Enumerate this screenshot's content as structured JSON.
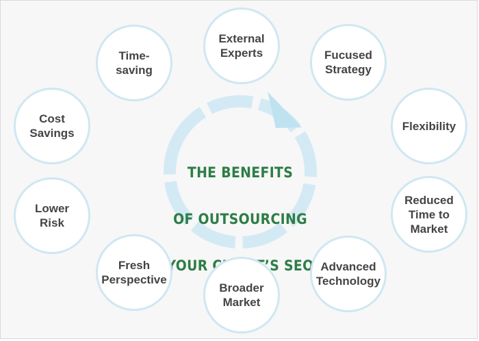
{
  "center": {
    "title_lines": [
      "THE BENEFITS",
      "OF OUTSOURCING",
      "YOUR CLIENT’S SEO"
    ]
  },
  "benefits": [
    {
      "id": "external-experts",
      "label": "External\nExperts"
    },
    {
      "id": "fucused-strategy",
      "label": "Fucused\nStrategy"
    },
    {
      "id": "flexibility",
      "label": "Flexibility"
    },
    {
      "id": "reduced-time-to-market",
      "label": "Reduced\nTime to\nMarket"
    },
    {
      "id": "advanced-technology",
      "label": "Advanced\nTechnology"
    },
    {
      "id": "broader-market",
      "label": "Broader\nMarket"
    },
    {
      "id": "fresh-perspective",
      "label": "Fresh\nPerspective"
    },
    {
      "id": "lower-risk",
      "label": "Lower\nRisk"
    },
    {
      "id": "cost-savings",
      "label": "Cost\nSavings"
    },
    {
      "id": "time-saving",
      "label": "Time-\nsaving"
    }
  ],
  "colors": {
    "circle_border": "#cfe7f2",
    "ring": "#d3eaf5",
    "arrow": "#bfe2f1",
    "title": "#2e7d46",
    "label": "#444444"
  }
}
